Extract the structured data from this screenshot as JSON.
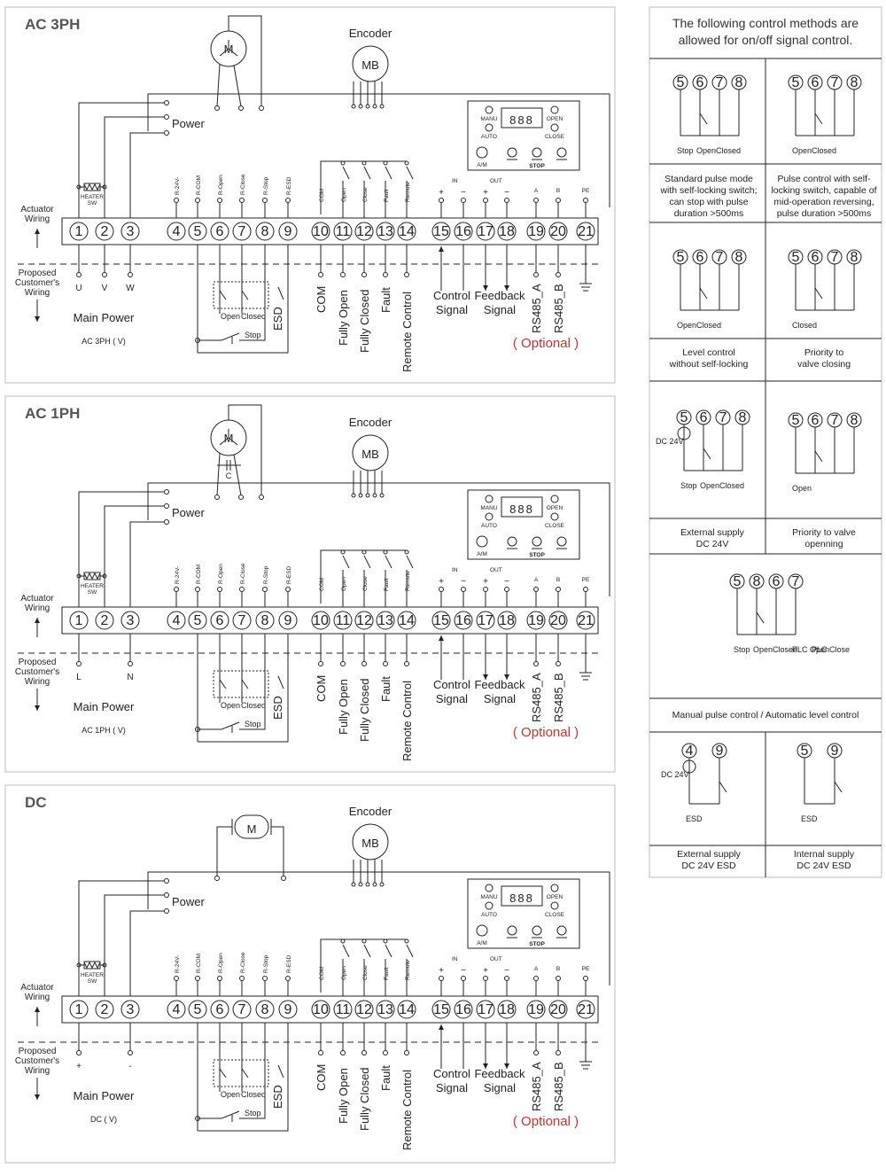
{
  "panels": [
    {
      "title": "AC 3PH",
      "power_label": "Power",
      "encoder_label": "Encoder",
      "encoder_symbol": "MB",
      "motor_symbol": "M",
      "heater_label": "HEATER",
      "heater_sub": "SW",
      "actuator_wiring": [
        "Actuator",
        "Wiring"
      ],
      "proposed_wiring": [
        "Proposed",
        "Customer's",
        "Wiring"
      ],
      "supply_terms": [
        "U",
        "V",
        "W"
      ],
      "main_power": "Main Power",
      "supply_label": "AC 3PH (  V)",
      "capacitor": ""
    },
    {
      "title": "AC 1PH",
      "power_label": "Power",
      "encoder_label": "Encoder",
      "encoder_symbol": "MB",
      "motor_symbol": "M",
      "heater_label": "HEATER",
      "heater_sub": "SW",
      "actuator_wiring": [
        "Actuator",
        "Wiring"
      ],
      "proposed_wiring": [
        "Proposed",
        "Customer's",
        "Wiring"
      ],
      "supply_terms": [
        "L",
        "",
        "N"
      ],
      "main_power": "Main Power",
      "supply_label": "AC 1PH (  V)",
      "capacitor": "C"
    },
    {
      "title": "DC",
      "power_label": "Power",
      "encoder_label": "Encoder",
      "encoder_symbol": "MB",
      "motor_symbol": "M",
      "heater_label": "HEATER",
      "heater_sub": "SW",
      "actuator_wiring": [
        "Actuator",
        "Wiring"
      ],
      "proposed_wiring": [
        "Proposed",
        "Customer's",
        "Wiring"
      ],
      "supply_terms": [
        "+",
        "",
        "-"
      ],
      "main_power": "Main Power",
      "supply_label": "DC (  V)",
      "capacitor": ""
    }
  ],
  "terminals": [
    "1",
    "2",
    "3",
    "4",
    "5",
    "6",
    "7",
    "8",
    "9",
    "10",
    "11",
    "12",
    "13",
    "14",
    "15",
    "16",
    "17",
    "18",
    "19",
    "20",
    "21"
  ],
  "relay_labels": [
    "R-24V-",
    "R-COM",
    "R-Open",
    "R-Close",
    "R-Stop",
    "R-ESD"
  ],
  "input_labels": [
    "COM",
    "Open",
    "Close",
    "Fault",
    "Remote"
  ],
  "io_labels": {
    "in": "IN",
    "out": "OUT",
    "plus": "+",
    "minus": "−",
    "a": "A",
    "b": "B",
    "pe": "PE"
  },
  "display": {
    "digits": "888",
    "manu": "MANU",
    "auto": "AUTO",
    "open": "OPEN",
    "close": "CLOSE",
    "am": "A/M",
    "stop": "STOP"
  },
  "customer_labels": {
    "com": "COM",
    "fully_open": "Fully Open",
    "fully_closed": "Fully Closed",
    "fault": "Fault",
    "remote": "Remote Control",
    "control": [
      "Control",
      "Signal"
    ],
    "feedback": [
      "Feedback",
      "Signal"
    ],
    "rs485a": "RS485_A",
    "rs485b": "RS485_B",
    "optional": "( Optional )",
    "open": "Open",
    "closed": "Closed",
    "stop": "Stop",
    "esd": "ESD"
  },
  "right_panel": {
    "header": [
      "The following control methods are",
      "allowed for on/off signal control."
    ],
    "cells": [
      {
        "nums": [
          "5",
          "6",
          "7",
          "8"
        ],
        "sub": [
          "Stop",
          "Open",
          "Closed"
        ],
        "caption": [
          "Standard pulse mode",
          "with self-locking switch;",
          "can stop with pulse",
          "duration >500ms"
        ]
      },
      {
        "nums": [
          "5",
          "6",
          "7",
          "8"
        ],
        "sub": [
          "Open",
          "Closed"
        ],
        "caption": [
          "Pulse control with self-",
          "locking switch, capable of",
          "mid-operation reversing,",
          "pulse duration >500ms"
        ]
      },
      {
        "nums": [
          "5",
          "6",
          "7",
          "8"
        ],
        "sub": [
          "Open",
          "Closed"
        ],
        "caption": [
          "Level control",
          "without self-locking"
        ]
      },
      {
        "nums": [
          "5",
          "6",
          "7",
          "8"
        ],
        "sub": [
          "Closed"
        ],
        "caption": [
          "Priority to",
          "valve closing"
        ]
      },
      {
        "nums": [
          "5",
          "6",
          "7",
          "8"
        ],
        "sub": [
          "Stop",
          "Open",
          "Closed"
        ],
        "supply": "DC 24V",
        "caption": [
          "External supply",
          "DC 24V"
        ]
      },
      {
        "nums": [
          "5",
          "6",
          "7",
          "8"
        ],
        "sub": [
          "Open"
        ],
        "caption": [
          "Priority to valve",
          "openning"
        ]
      },
      {
        "nums": [
          "5",
          "8",
          "6",
          "7"
        ],
        "sub": [
          "Stop",
          "Open",
          "Closed",
          "PLC Open",
          "PLC Close"
        ],
        "caption": [
          "Manual pulse control / Automatic level control"
        ]
      },
      {
        "nums": [
          "4",
          "9"
        ],
        "sub": [
          "ESD"
        ],
        "supply": "DC 24V",
        "caption": [
          "External supply",
          "DC 24V ESD"
        ]
      },
      {
        "nums": [
          "5",
          "9"
        ],
        "sub": [
          "ESD"
        ],
        "caption": [
          "Internal supply",
          "DC 24V ESD"
        ]
      }
    ]
  }
}
